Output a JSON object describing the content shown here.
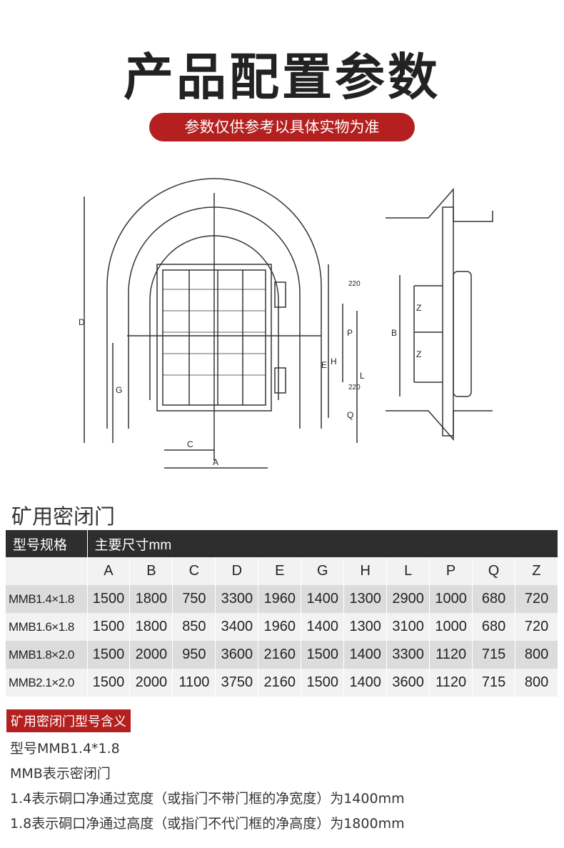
{
  "header": {
    "title": "产品配置参数",
    "subtitle": "参数仅供参考以具体实物为准"
  },
  "diagram": {
    "labels": {
      "D": "D",
      "G": "G",
      "C": "C",
      "A": "A",
      "E": "E",
      "H": "H",
      "P": "P",
      "Q": "Q",
      "L": "L",
      "d220a": "220",
      "d220b": "220",
      "B": "B",
      "Z1": "Z",
      "Z2": "Z"
    }
  },
  "section_title": "矿用密闭门",
  "table": {
    "header": [
      "型号规格",
      "主要尺寸mm"
    ],
    "columns": [
      "A",
      "B",
      "C",
      "D",
      "E",
      "G",
      "H",
      "L",
      "P",
      "Q",
      "Z"
    ],
    "rows": [
      {
        "model": "MMB1.4×1.8",
        "values": [
          "1500",
          "1800",
          "750",
          "3300",
          "1960",
          "1400",
          "1300",
          "2900",
          "1000",
          "680",
          "720"
        ]
      },
      {
        "model": "MMB1.6×1.8",
        "values": [
          "1500",
          "1800",
          "850",
          "3400",
          "1960",
          "1400",
          "1300",
          "3100",
          "1000",
          "680",
          "720"
        ]
      },
      {
        "model": "MMB1.8×2.0",
        "values": [
          "1500",
          "2000",
          "950",
          "3600",
          "2160",
          "1500",
          "1400",
          "3300",
          "1120",
          "715",
          "800"
        ]
      },
      {
        "model": "MMB2.1×2.0",
        "values": [
          "1500",
          "2000",
          "1100",
          "3750",
          "2160",
          "1500",
          "1400",
          "3600",
          "1120",
          "715",
          "800"
        ]
      }
    ]
  },
  "meaning": {
    "badge": "矿用密闭门型号含义",
    "lines": [
      "型号MMB1.4*1.8",
      "MMB表示密闭门",
      "1.4表示硐口净通过宽度（或指门不带门框的净宽度）为1400mm",
      "1.8表示硐口净通过高度（或指门不代门框的净高度）为1800mm"
    ]
  }
}
